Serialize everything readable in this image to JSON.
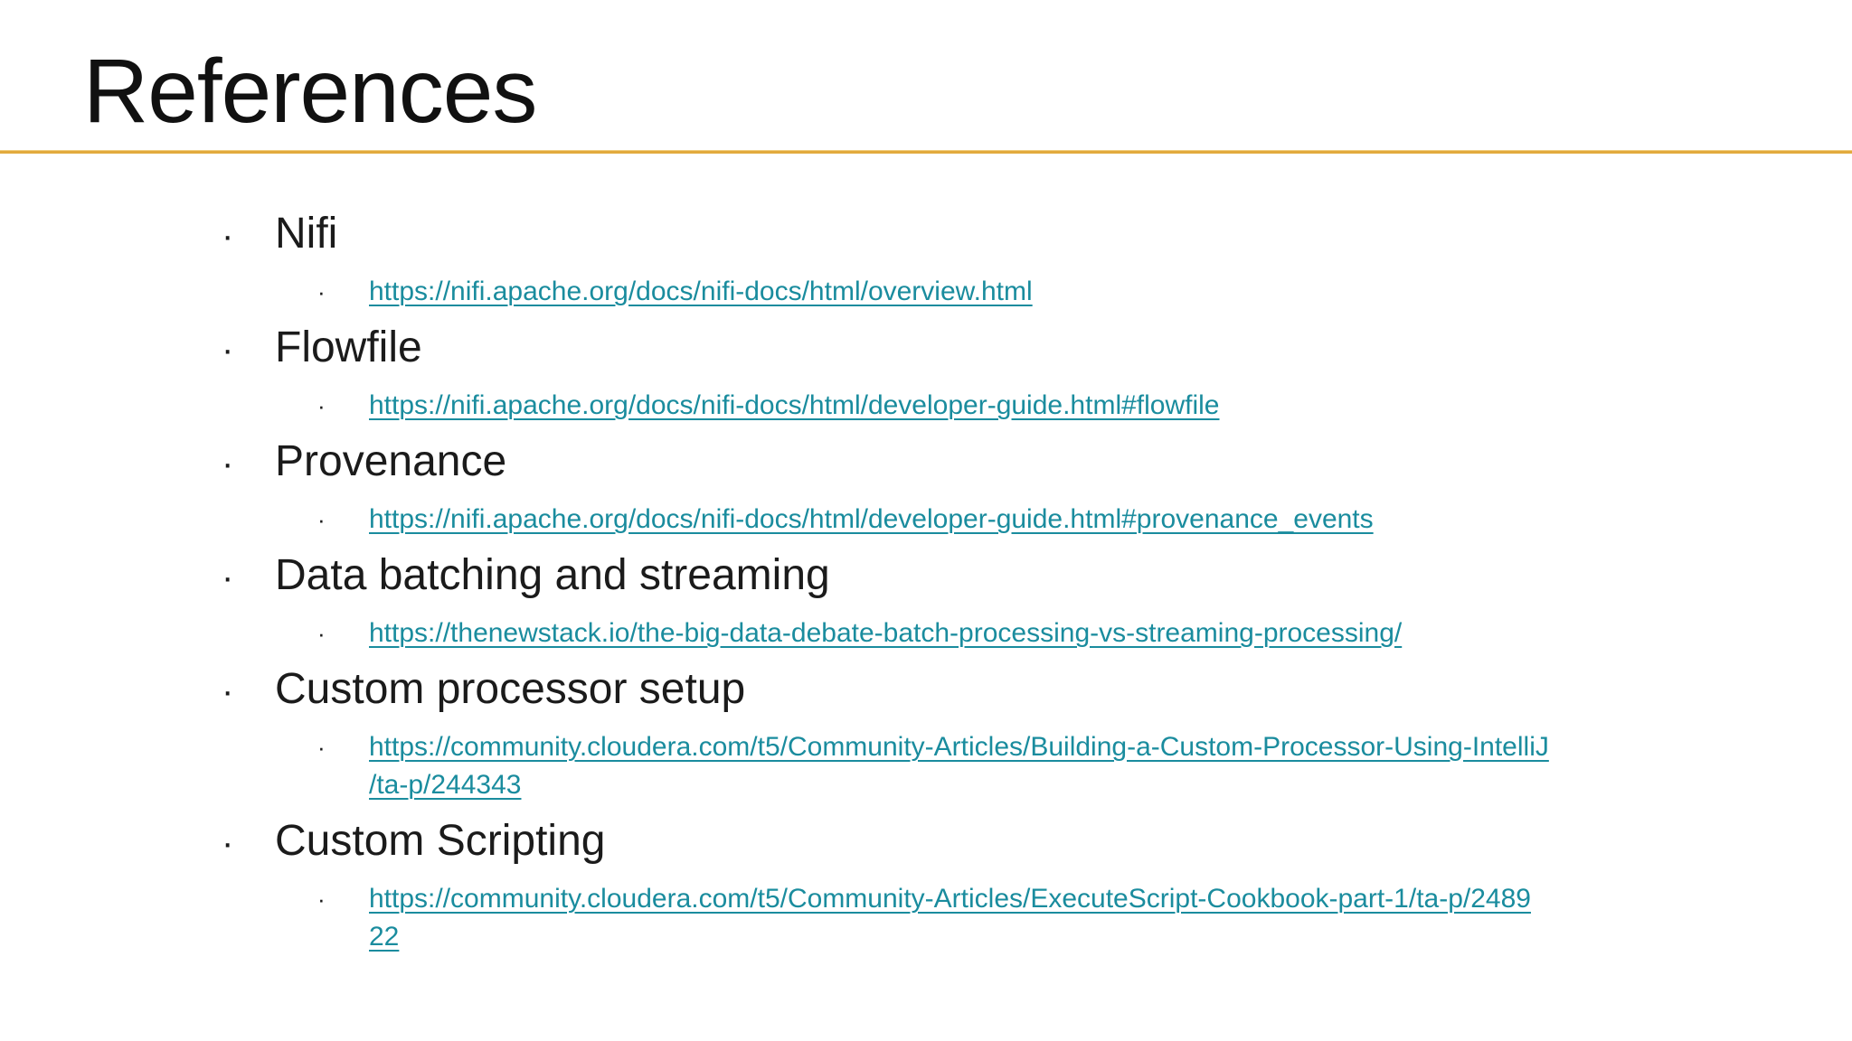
{
  "slide": {
    "title": "References",
    "bullet_char": "·",
    "colors": {
      "accent_line": "#e2aa3d",
      "link": "#1a8c9e",
      "text": "#1b1b1b",
      "background": "#ffffff"
    },
    "references": [
      {
        "label": "Nifi",
        "link": {
          "lines": [
            "https://nifi.apache.org/docs/nifi-docs/html/overview.html"
          ]
        }
      },
      {
        "label": "Flowfile",
        "link": {
          "lines": [
            "https://nifi.apache.org/docs/nifi-docs/html/developer-guide.html#flowfile"
          ]
        }
      },
      {
        "label": "Provenance",
        "link": {
          "lines": [
            "https://nifi.apache.org/docs/nifi-docs/html/developer-guide.html#provenance_events"
          ]
        }
      },
      {
        "label": "Data batching and streaming",
        "link": {
          "lines": [
            "https://thenewstack.io/the-big-data-debate-batch-processing-vs-streaming-processing/"
          ]
        }
      },
      {
        "label": "Custom processor setup",
        "link": {
          "lines": [
            "https://community.cloudera.com/t5/Community-Articles/Building-a-Custom-Processor-Using-IntelliJ",
            "/ta-p/244343"
          ]
        }
      },
      {
        "label": "Custom Scripting",
        "link": {
          "lines": [
            "https://community.cloudera.com/t5/Community-Articles/ExecuteScript-Cookbook-part-1/ta-p/2489",
            "22"
          ]
        }
      }
    ]
  }
}
